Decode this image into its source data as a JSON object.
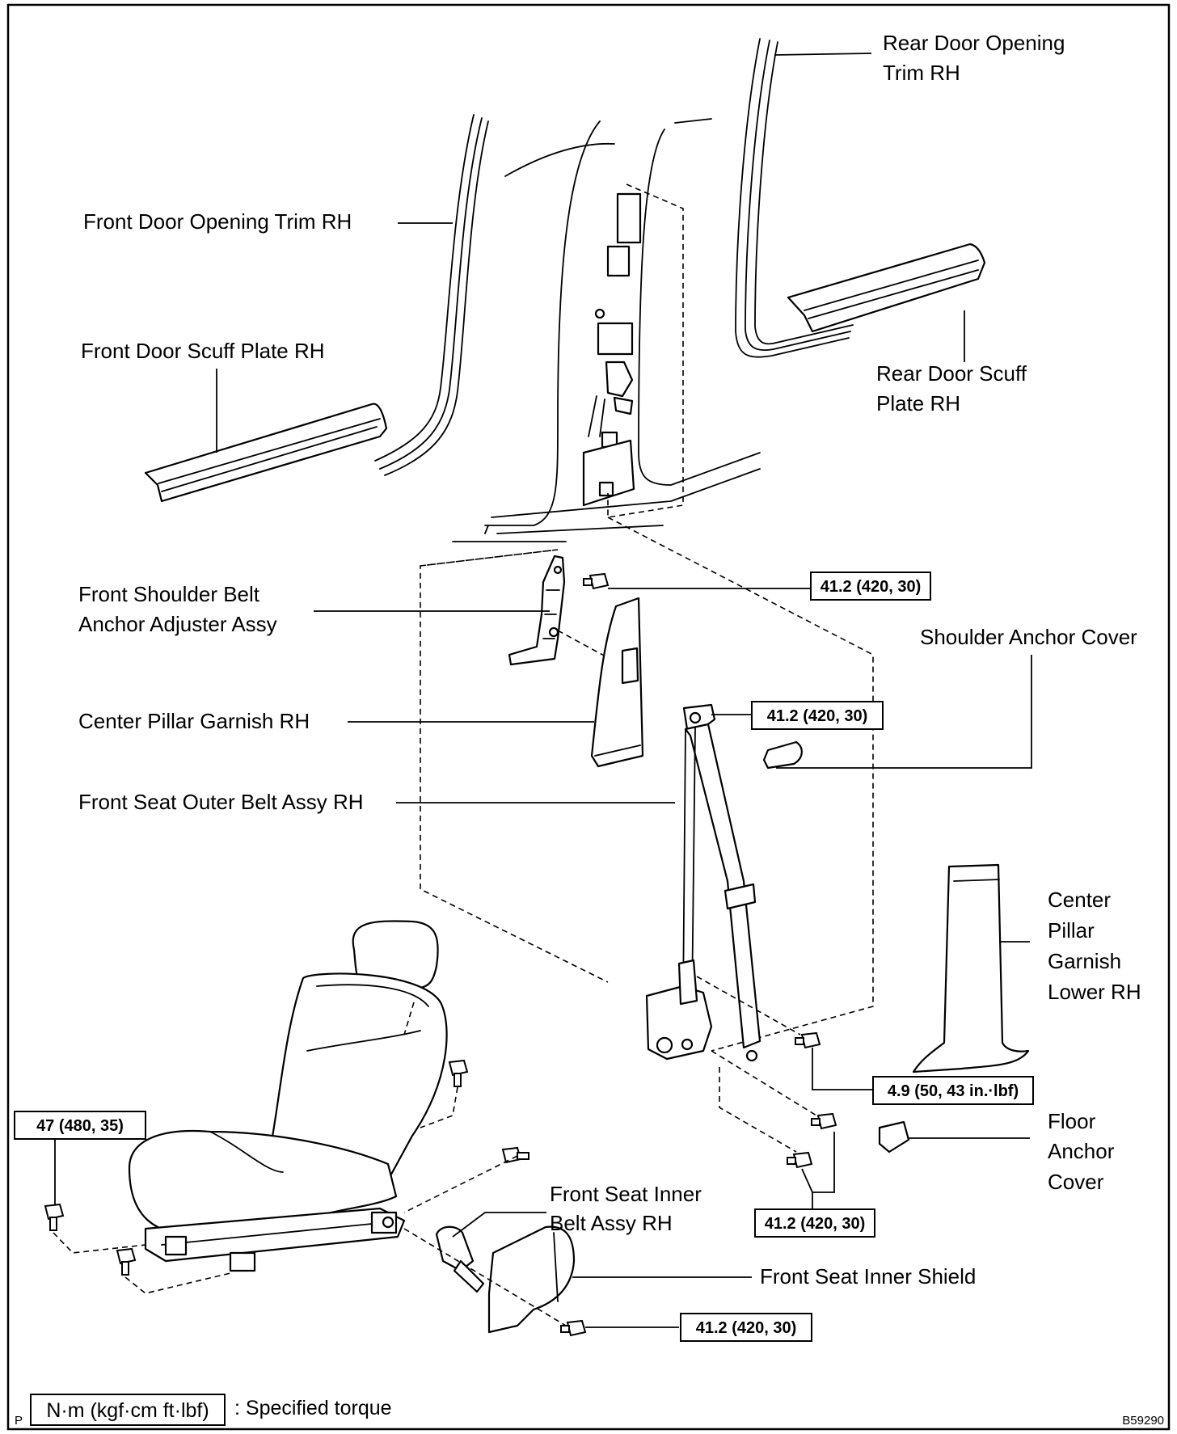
{
  "labels": {
    "rear_door_opening_trim": [
      "Rear Door Opening",
      "Trim RH"
    ],
    "front_door_opening_trim": "Front Door Opening Trim RH",
    "front_door_scuff_plate": "Front Door Scuff Plate RH",
    "rear_door_scuff_plate": [
      "Rear Door Scuff",
      "Plate RH"
    ],
    "front_shoulder_belt_anchor": [
      "Front Shoulder Belt",
      "Anchor Adjuster Assy"
    ],
    "shoulder_anchor_cover": "Shoulder Anchor Cover",
    "center_pillar_garnish": "Center Pillar Garnish RH",
    "front_seat_outer_belt": "Front Seat Outer Belt Assy RH",
    "center_pillar_garnish_lower": [
      "Center",
      "Pillar",
      "Garnish",
      "Lower RH"
    ],
    "floor_anchor_cover": [
      "Floor",
      "Anchor",
      "Cover"
    ],
    "front_seat_inner_belt": [
      "Front Seat Inner",
      "Belt Assy RH"
    ],
    "front_seat_inner_shield": "Front Seat Inner Shield"
  },
  "torques": {
    "adjuster_bolt": "41.2 (420, 30)",
    "shoulder_anchor_bolt": "41.2 (420, 30)",
    "retractor_bolt": "4.9 (50, 43 in.·lbf)",
    "floor_anchor_bolt": "41.2 (420, 30)",
    "seat_bolt": "47 (480, 35)",
    "inner_belt_bolt": "41.2 (420, 30)"
  },
  "legend": {
    "unit_box": "N·m (kgf·cm ft·lbf)",
    "description": ": Specified torque",
    "corner_letter": "P"
  },
  "figure_code": "B59290"
}
